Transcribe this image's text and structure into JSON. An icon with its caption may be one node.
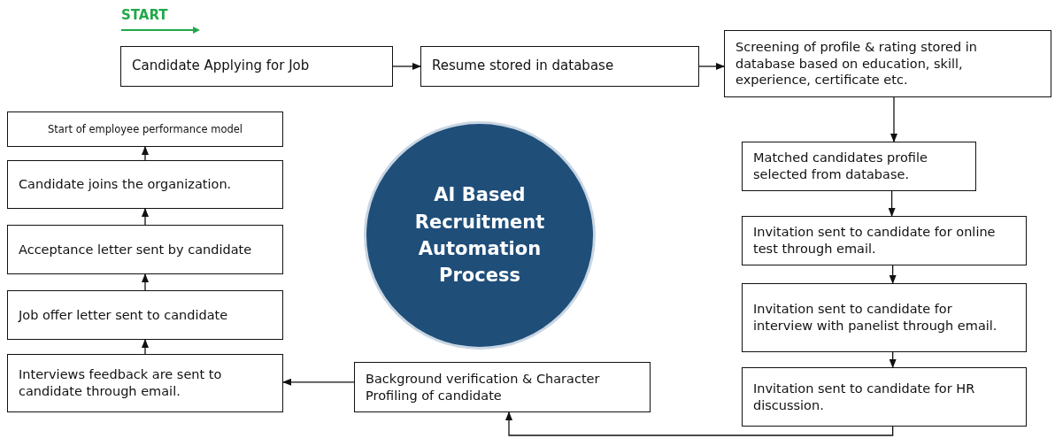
{
  "diagram": {
    "nodes": [
      {
        "text": [
          "Candidate Applying for Job"
        ]
      },
      {
        "text": [
          "Resume stored in database"
        ]
      },
      {
        "text": [
          "Screening of profile & rating stored in database based on education, skill, experience, certificate etc."
        ]
      },
      {
        "text": [
          "Matched candidates profile selected from database."
        ]
      },
      {
        "text": [
          "Invitation sent to candidate for online test through email."
        ]
      },
      {
        "text": [
          "Invitation sent to candidate for interview with panelist through email."
        ]
      },
      {
        "text": [
          "Invitation sent to candidate for HR discussion."
        ]
      },
      {
        "text": [
          "Background verification & Character Profiling of candidate"
        ]
      },
      {
        "text": [
          "Interviews feedback are sent to candidate through email."
        ]
      },
      {
        "text": [
          "Job offer letter sent to candidate"
        ]
      },
      {
        "text": [
          "Acceptance letter sent by candidate"
        ]
      },
      {
        "text": [
          "Candidate joins the organization."
        ]
      },
      {
        "text": [
          "Start of employee performance model"
        ]
      },
      {
        "text": [
          "AI Based Recruitment Automation Process"
        ]
      }
    ],
    "edges": [
      {
        "from": 0,
        "to": 1,
        "arrow": "to"
      },
      {
        "from": 1,
        "to": 2,
        "arrow": "to"
      },
      {
        "from": 2,
        "to": 3,
        "arrow": "to"
      },
      {
        "from": 3,
        "to": 4,
        "arrow": "to"
      },
      {
        "from": 4,
        "to": 5,
        "arrow": "to"
      },
      {
        "from": 5,
        "to": 6,
        "arrow": "to"
      },
      {
        "from": 6,
        "to": 7,
        "arrow": "to"
      },
      {
        "from": 7,
        "to": 8,
        "arrow": "to"
      },
      {
        "from": 8,
        "to": 9,
        "arrow": "to"
      },
      {
        "from": 9,
        "to": 10,
        "arrow": "to"
      },
      {
        "from": 10,
        "to": 11,
        "arrow": "to"
      },
      {
        "from": 11,
        "to": 12,
        "arrow": "to"
      }
    ],
    "labels": [
      "START"
    ]
  }
}
